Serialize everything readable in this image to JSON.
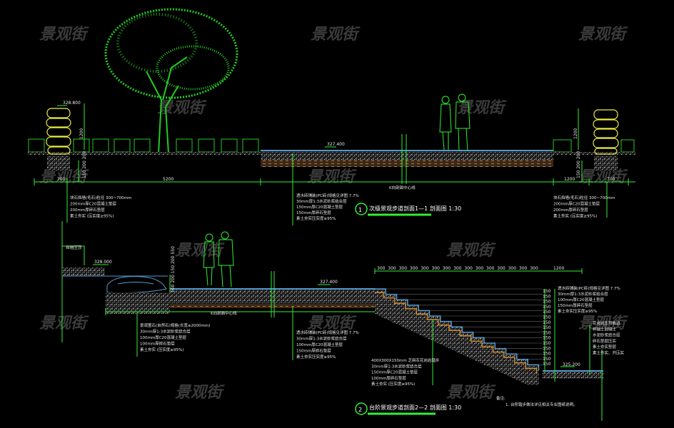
{
  "watermark": "景观街",
  "section1": {
    "title_number": "1",
    "title": "次级景观步道剖面1—1 剖面图 1:30",
    "elev_top_left": "328.800",
    "elev_paving": "327.400",
    "height_left": "1200",
    "height_right": "1200",
    "depth_left": "150 200 200",
    "depth_right": "150 200 200",
    "dims": [
      "700",
      "5200",
      "1200",
      "700"
    ],
    "center_label": "K向剖面中心线",
    "left_notes": [
      "块石挡墙(毛石)粒径 300~700mm",
      "200mm厚C20混凝土垫层",
      "200mm厚碎石垫层",
      "素土夯实 (压实度≥95%)"
    ],
    "mid_notes": [
      "透水砖铺装(PC砖)规格见详图 7.7%",
      "30mm厚1:3水泥砂浆结合层",
      "150mm厚C20混凝土垫层",
      "150mm厚碎石垫层",
      "素土夯实压实度≥95%"
    ],
    "right_notes": [
      "块石挡墙(毛石)粒径 300~700mm",
      "200mm厚C20混凝土垫层",
      "200mm厚碎石垫层",
      "素土夯实 (压实度≥95%)"
    ]
  },
  "section2": {
    "title_number": "2",
    "title": "台阶景观步道剖面2—2 剖面图 1:30",
    "wall_label": "挡墙压顶",
    "elev_top": "328.000",
    "elev_paving": "327.400",
    "elev_bottom": "325.200",
    "rock_height": "100 200 150 200 550",
    "center_label": "K向剖面中心线",
    "step_dims": [
      "300",
      "300",
      "300",
      "300",
      "300",
      "300",
      "300",
      "300",
      "300",
      "300",
      "300",
      "300",
      "300",
      "300",
      "300",
      "1200"
    ],
    "riser_dims": [
      "150",
      "150",
      "150",
      "150",
      "150",
      "150",
      "150",
      "150",
      "150",
      "150",
      "150",
      "150",
      "150",
      "150",
      "150"
    ],
    "left_notes": [
      "景观置石(自然石)规格(长宽≥2000mm)",
      "30mm厚1:3水泥砂浆结合层",
      "100mm厚C20混凝土垫层",
      "100mm厚碎石垫层",
      "素土夯实 (压实度≥95%)"
    ],
    "mid_notes": [
      "透水砖铺装(PC砖)规格见详图 7.7%",
      "30mm厚1:3水泥砂浆结合层",
      "100mm厚C20混凝土垫层",
      "150mm厚碎石垫层",
      "素土夯实压实度≥95%"
    ],
    "stair_notes": [
      "400X300X150mm 芝麻灰花岗岩踏步",
      "30mm厚1:3水泥砂浆结合层",
      "150mm厚C20混凝土垫层",
      "100mm厚碎石垫层",
      "素土夯实 (压实度≥95%)"
    ],
    "right_top_notes": [
      "透水砖铺装(PC砖)规格见详图 7.7%",
      "30mm厚1:3水泥砂浆结合层",
      "100mm厚C20混凝土垫层",
      "150mm厚碎石垫层",
      "素土夯实压实度≥95%"
    ],
    "right_notes": [
      "花岗岩压顶收边",
      "种植土回填土",
      "水泥砂浆结合层",
      "碎石垫层压实",
      "素土夯实垫层",
      "素土夯实、并压实"
    ],
    "note_heading": "备注:",
    "note_text": "1. 台阶踏步做法详见相关专业图纸说明。"
  },
  "colors": {
    "line": "#33ee33",
    "tree": "#22cc22",
    "rock": "#eeee44",
    "paving": "#5599cc",
    "soil": "#aa7744"
  }
}
